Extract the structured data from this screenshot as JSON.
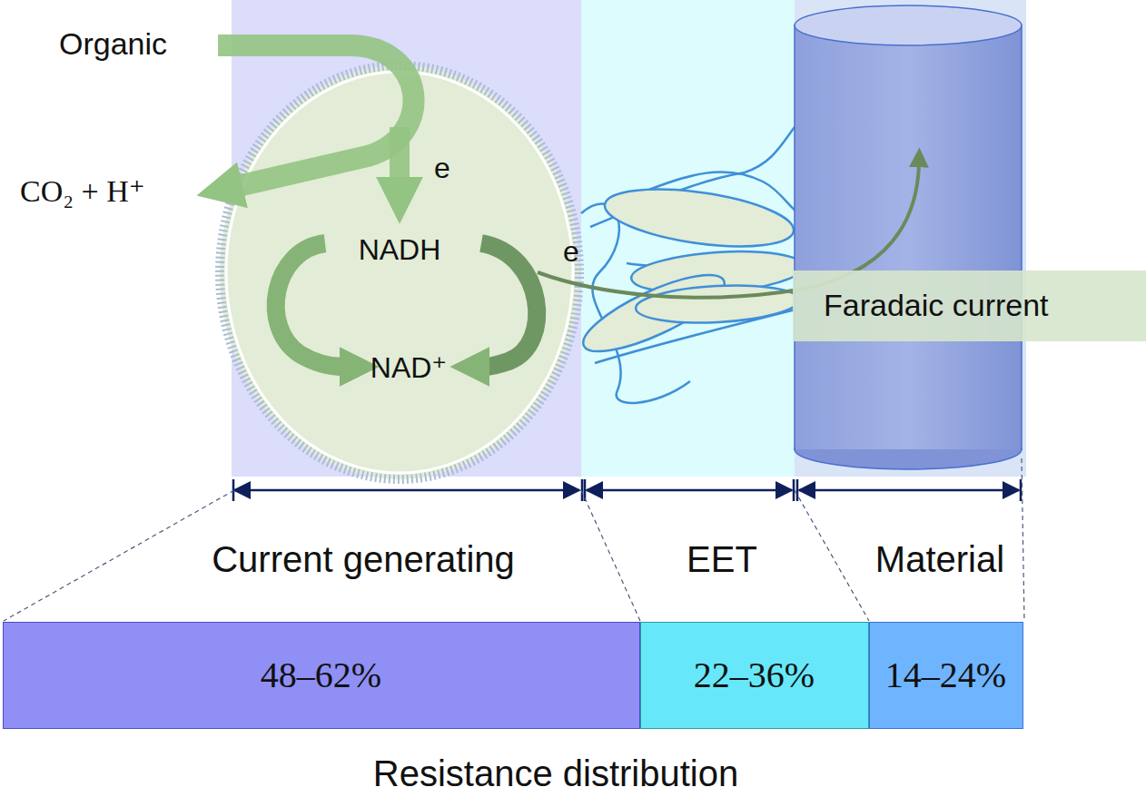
{
  "diagram": {
    "nodes": [
      {
        "text": [
          "e",
          "NADH",
          "NAD⁺"
        ]
      },
      {
        "text": [
          "Faradaic current"
        ]
      },
      {
        "text": [
          "48–62%"
        ]
      },
      {
        "text": [
          "22–36%"
        ]
      },
      {
        "text": [
          "14–24%"
        ]
      }
    ],
    "labels": [
      "Organic",
      "CO₂ + H⁺",
      "e",
      "Current generating",
      "EET",
      "Material",
      "Resistance distribution"
    ]
  }
}
